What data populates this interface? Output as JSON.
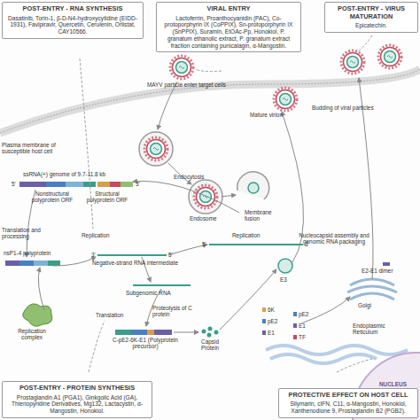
{
  "diagram": {
    "nodes": [
      {
        "text": [
          "POST-ENTRY - RNA SYNTHESIS",
          "Dasatinib, Torin-1, β-D-N4-hydroxycytidine (EIDD-1931), Favipiravir, Quercetin, Cerulenin, Orlistat, CAY10566."
        ]
      },
      {
        "text": [
          "VIRAL ENTRY",
          "Lactoferrin, Proanthocyanidin (PAC), Co-protoporphyrin IX (CoPPIX), Sn-protoporphyrin IX (SnPPIX), Suramin, EtOAc-Pp, Honokiol, P. granatum ethanolic extract, P. granatum extract fraction containing punicalagin, α-Mangostin."
        ]
      },
      {
        "text": [
          "POST-ENTRY - VIRUS MATURATION",
          "Epicatechin."
        ]
      },
      {
        "text": [
          "POST-ENTRY - PROTEIN SYNTHESIS",
          "Prostaglandin A1 (PGA1), Ginkgolic Acid (GA), Thienopyridine Derivatives, Mg132, Lactacystin, α-Mangostin, Honokiol."
        ]
      },
      {
        "text": [
          "PROTECTIVE EFFECT ON HOST CELL",
          "Silymarin, cIFN, C11, α-Mangostin, Honokiol, Xanthenodione 9, Prostaglandin B2 (PGB2)."
        ]
      }
    ],
    "labels": [
      "MAYV particle enter target cells",
      "Mature virion",
      "Budding of viral particles",
      "Plasma membrane of susceptible host cell",
      "ssRNA(+) genome of 9.7-11.8 kb",
      "5'",
      "3'",
      "Nonstructural polyprotein ORF",
      "Structural polyprotein ORF",
      "Endocytosis",
      "Endosome",
      "Membrane fusion",
      "Translation and processing",
      "Replication",
      "nsP1-4 polyprotein",
      "3'",
      "5'",
      "Negative-strand RNA intermediate",
      "Replication",
      "5'",
      "3'",
      "Subgenomic RNA",
      "Translation",
      "Proteolysis of C protein",
      "C-pE2-6K-E1 (Polyprotein precursor)",
      "Replication complex",
      "Capsid Protein",
      "Nucleocapsid assembly and genomic RNA packaging",
      "E3",
      "E2-E1 dimer",
      "Golgi",
      "6K",
      "pE2",
      "E1",
      "pE2",
      "TF",
      "E1",
      "Endoplasmic Reticulum",
      "NUCLEUS"
    ]
  }
}
